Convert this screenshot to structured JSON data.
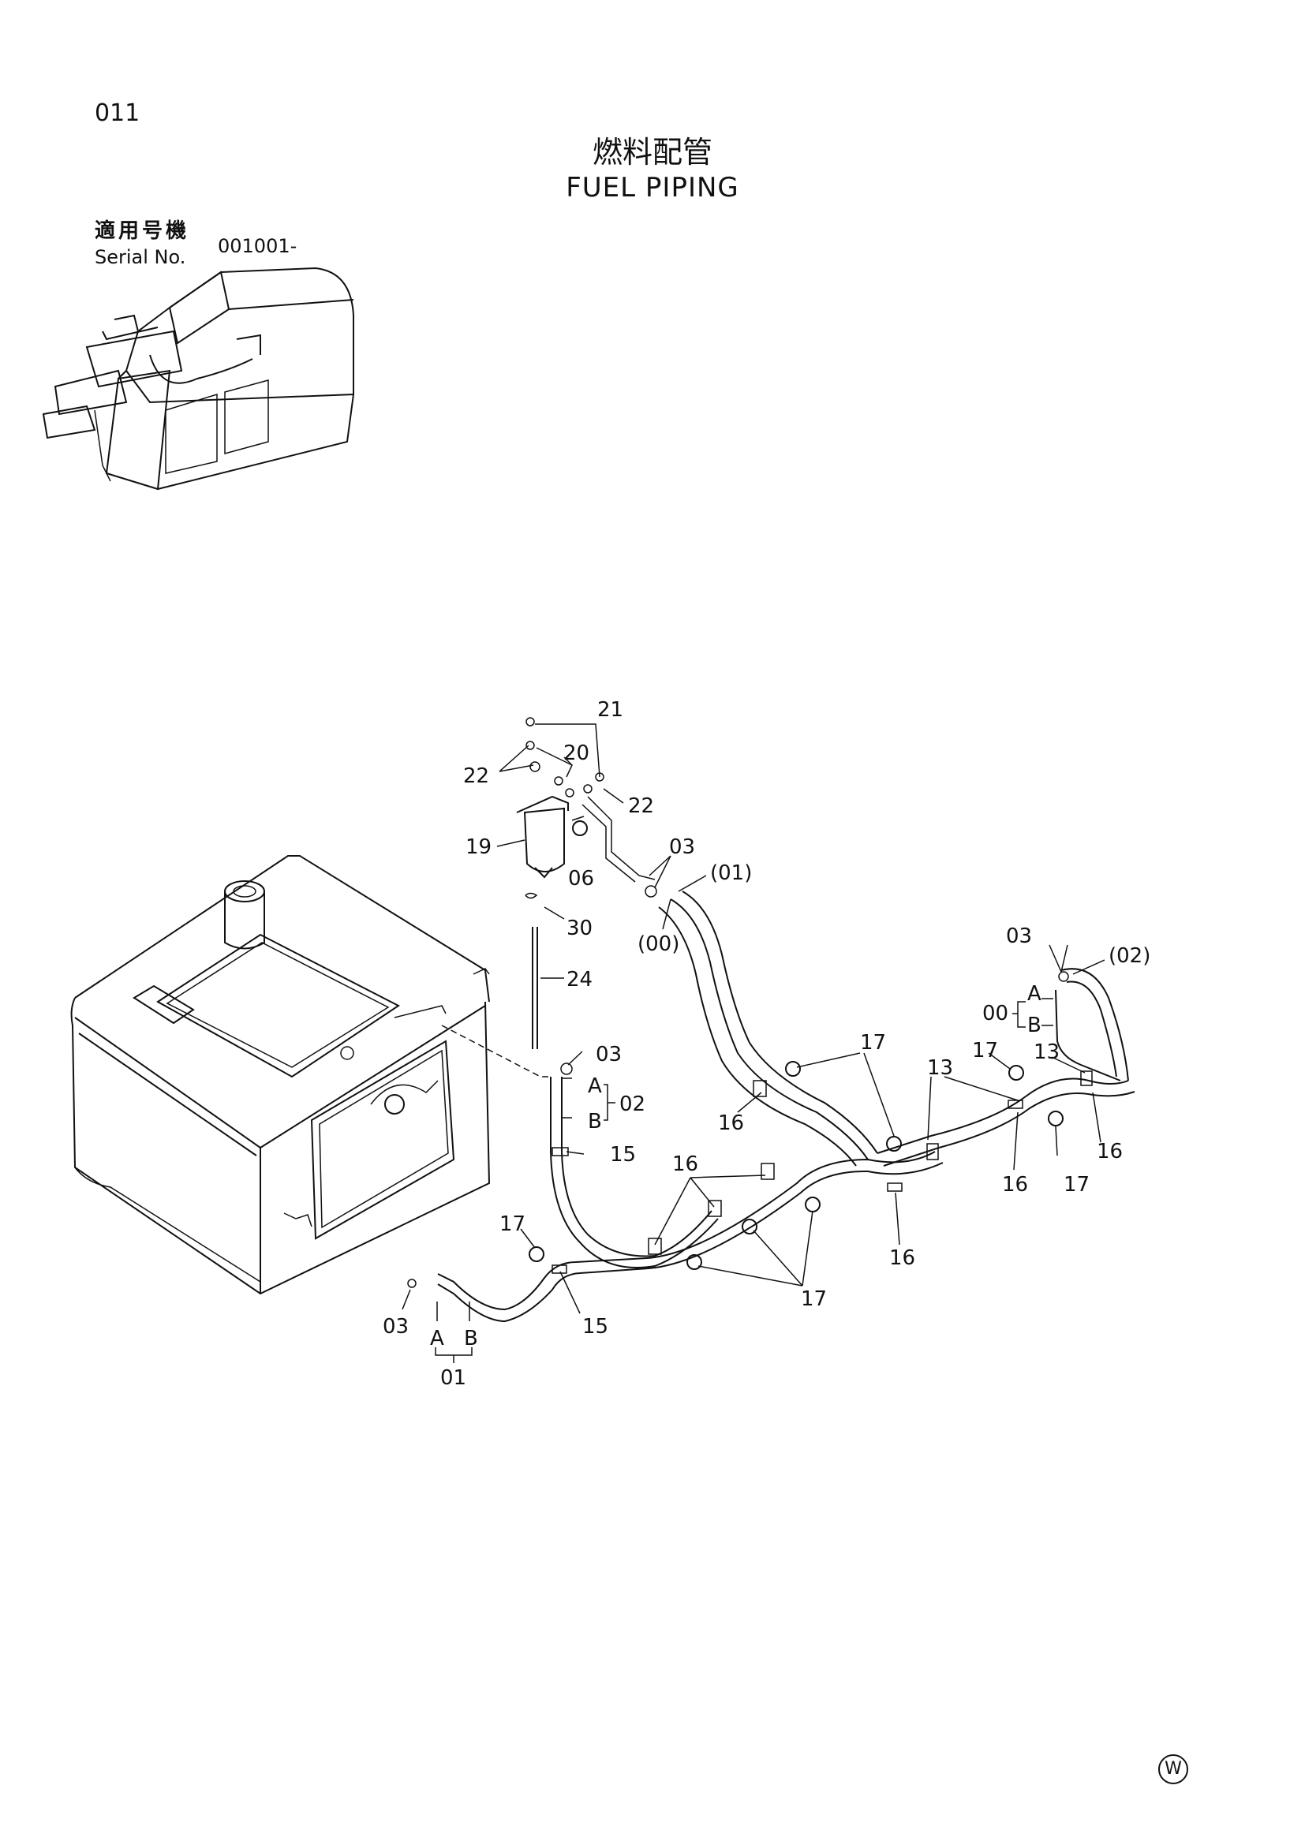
{
  "header": {
    "page_number": "011",
    "title_jp": "燃料配管",
    "title_en": "FUEL PIPING",
    "serial_label_jp": "適用号機",
    "serial_label_en": "Serial No.",
    "serial_value": "001001-"
  },
  "callouts": {
    "c21": "21",
    "c20": "20",
    "c22a": "22",
    "c22b": "22",
    "c19": "19",
    "c06": "06",
    "c03a": "03",
    "c01p": "(01)",
    "c00p": "(00)",
    "c30": "30",
    "c24": "24",
    "c03b": "03",
    "c02": "02",
    "c15a": "15",
    "c03c": "03",
    "c02p": "(02)",
    "c00": "00",
    "c17a": "17",
    "c17b": "17",
    "c13a": "13",
    "c13b": "13",
    "c16a": "16",
    "c16b": "16",
    "c16c": "16",
    "c16d": "16",
    "c16e": "16",
    "c17c": "17",
    "c17d": "17",
    "c17e": "17",
    "c15b": "15",
    "c03d": "03",
    "c01": "01"
  },
  "hose_ends": {
    "a1": "A",
    "b1": "B",
    "a2": "A",
    "b2": "B",
    "a3": "A",
    "b3": "B"
  },
  "footer_mark": "W"
}
